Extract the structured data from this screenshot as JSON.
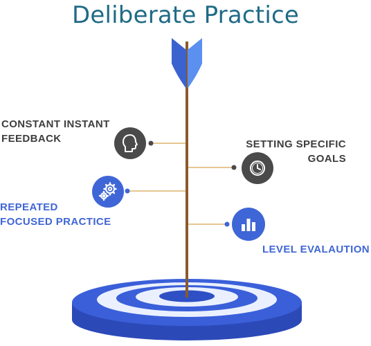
{
  "title": "Deliberate Practice",
  "colors": {
    "title": "#1f6b86",
    "dark": "#4a4a4a",
    "blue": "#3f66d6",
    "shaft": "#8b5a2b",
    "connector": "#e6c690",
    "target_blue": "#3a5fd9",
    "target_ring_light": "#eaf0ff"
  },
  "items": [
    {
      "lines": [
        "CONSTANT INSTANT",
        "FEEDBACK"
      ],
      "icon": "head-icon",
      "theme": "dark"
    },
    {
      "lines": [
        "SETTING SPECIFIC",
        "GOALS"
      ],
      "icon": "clock-icon",
      "theme": "dark"
    },
    {
      "lines": [
        "REPEATED",
        "FOCUSED PRACTICE"
      ],
      "icon": "gears-icon",
      "theme": "blue"
    },
    {
      "lines": [
        "LEVEL EVALAUTION"
      ],
      "icon": "bar-chart-icon",
      "theme": "blue"
    }
  ]
}
